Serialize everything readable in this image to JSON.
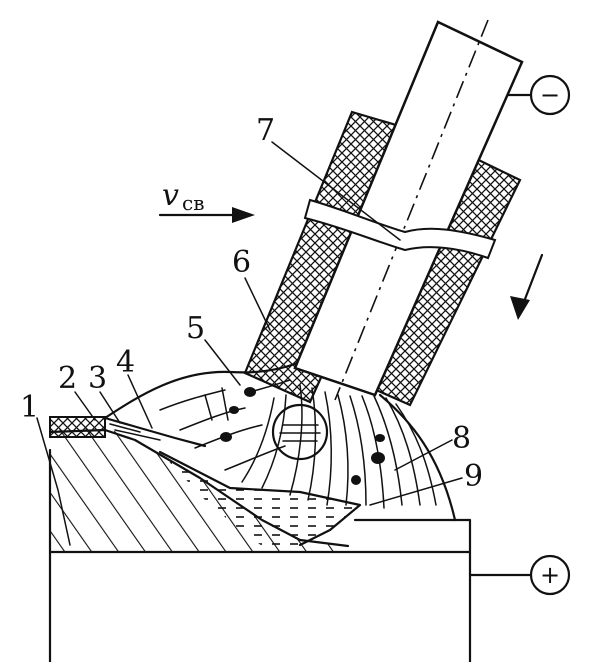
{
  "labels": {
    "n1": "1",
    "n2": "2",
    "n3": "3",
    "n4": "4",
    "n5": "5",
    "n6": "6",
    "n7": "7",
    "n8": "8",
    "n9": "9"
  },
  "speed": {
    "symbol": "v",
    "subscript": "св"
  },
  "polarity": {
    "negative": "−",
    "positive": "+"
  },
  "colors": {
    "ink": "#111111",
    "background": "#ffffff"
  }
}
